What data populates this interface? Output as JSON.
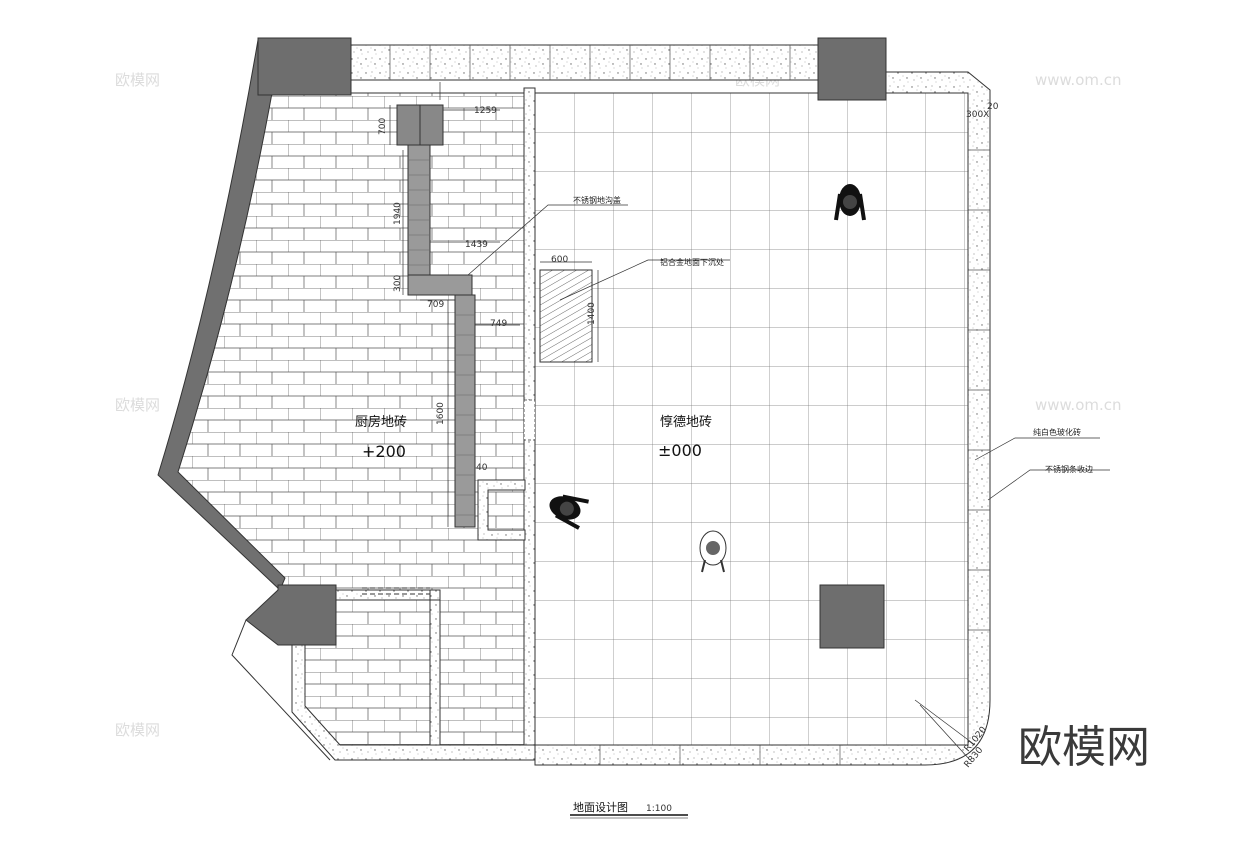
{
  "drawing": {
    "title": "地面设计图",
    "scale": "1:100",
    "rooms": [
      {
        "name": "厨房地砖",
        "level": "+200"
      },
      {
        "name": "惇德地砖",
        "level": "±000"
      }
    ],
    "callouts": {
      "drain_cover": "不锈钢地沟盖",
      "alloy_edge": "铝合金地面下沉处",
      "white_tile": "纯白色玻化砖",
      "steel_strip": "不锈钢条收边"
    },
    "dimensions": [
      "1259",
      "700",
      "1940",
      "1439",
      "300",
      "709",
      "749",
      "1600",
      "600",
      "1400",
      "300X",
      "20",
      "R1020",
      "R830",
      "40"
    ]
  },
  "watermark": {
    "brand": "欧模网",
    "site": "www.om.cn"
  },
  "logo": "欧模网"
}
